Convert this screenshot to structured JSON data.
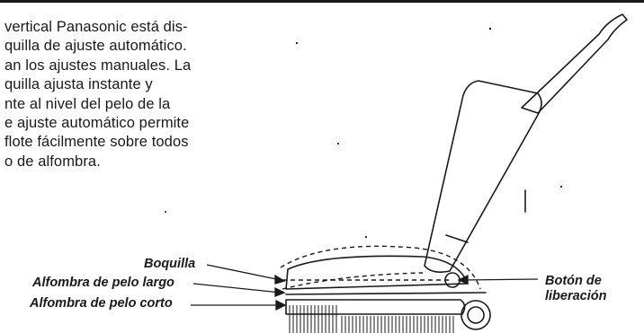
{
  "paragraph": {
    "lines": [
      "vertical Panasonic está dis-",
      "quilla de ajuste automático.",
      "an los ajustes manuales.  La",
      "quilla ajusta instante y",
      "nte al nivel del pelo de la",
      "e ajuste automático permite",
      "flote fácilmente sobre todos",
      "o de alfombra."
    ]
  },
  "labels": {
    "boquilla": "Boquilla",
    "alfombra_pelo_largo": "Alfombra de pelo largo",
    "alfombra_pelo_corto": "Alfombra de pelo corto",
    "boton_line1": "Botón de",
    "boton_line2": "liberación"
  },
  "colors": {
    "ink": "#1a1a1a",
    "paper": "#ffffff"
  }
}
